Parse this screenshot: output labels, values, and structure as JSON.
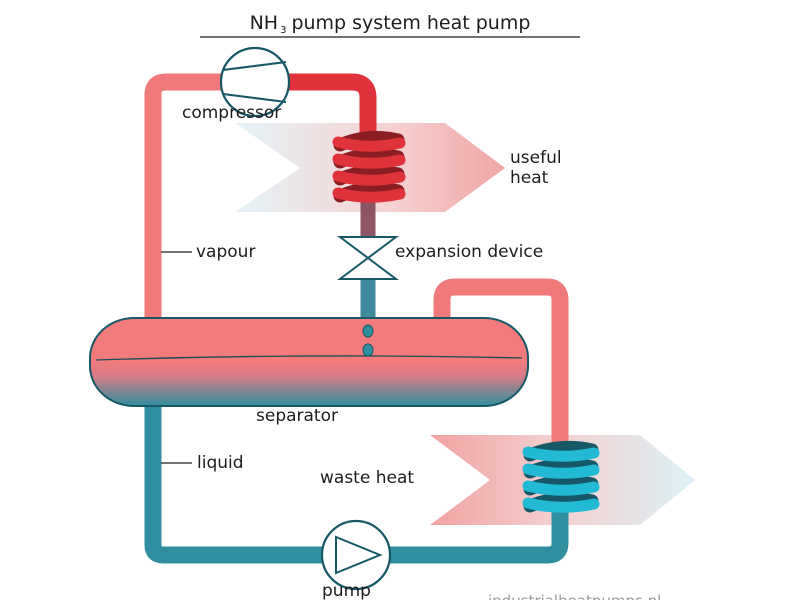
{
  "title": {
    "prefix": "NH",
    "subscript": "3",
    "suffix": "pump system heat pump"
  },
  "labels": {
    "compressor": "compressor",
    "useful_heat_line1": "useful",
    "useful_heat_line2": "heat",
    "vapour": "vapour",
    "expansion_device": "expansion device",
    "separator": "separator",
    "liquid": "liquid",
    "waste_heat": "waste heat",
    "pump": "pump"
  },
  "watermark": "industrialheatpumps.nl",
  "colors": {
    "hot_red": "#e0323b",
    "warm_pink": "#f07a7a",
    "cold_teal": "#2f8fa0",
    "bright_cyan": "#22b9d4",
    "dark_teal": "#175866"
  }
}
